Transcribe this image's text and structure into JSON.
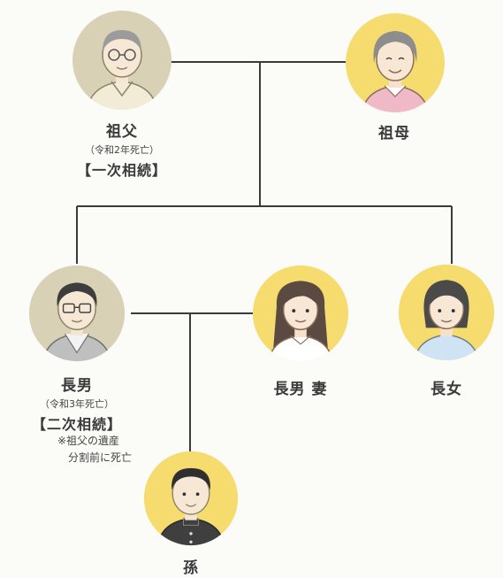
{
  "grandfather": {
    "name": "祖父",
    "note": "（令和2年死亡）",
    "tag": "【一次相続】"
  },
  "grandmother": {
    "name": "祖母"
  },
  "eldest_son": {
    "name": "長男",
    "note": "（令和3年死亡）",
    "tag": "【二次相続】",
    "remark_line1": "※祖父の遺産",
    "remark_line2": "分割前に死亡"
  },
  "eldest_son_wife": {
    "name": "長男 妻"
  },
  "eldest_daughter": {
    "name": "長女"
  },
  "grandchild": {
    "name": "孫"
  },
  "colors": {
    "deceased_circle": "#d9d1b6",
    "living_circle": "#f6dc6e",
    "line": "#3a3a3a"
  }
}
